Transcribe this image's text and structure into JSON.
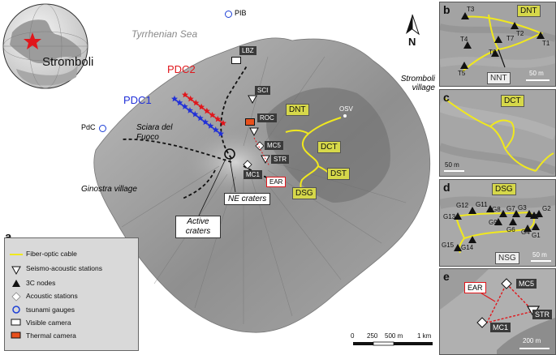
{
  "panels": {
    "a": "a",
    "b": "b",
    "c": "c",
    "d": "d",
    "e": "e"
  },
  "main_map": {
    "globe_label": "Stromboli",
    "sea_label": "Tyrrhenian Sea",
    "north": "N",
    "places": {
      "stromboli_village": "Stromboli village",
      "ginostra_village": "Ginostra village",
      "sciara": "Sciara del Fuoco"
    },
    "stations": {
      "pib": "PIB",
      "pdc": "PdC",
      "lbz": "LBZ",
      "sci": "SCI",
      "roc": "ROC",
      "osv": "OSV",
      "mc5": "MC5",
      "str": "STR",
      "mc1": "MC1",
      "ear": "EAR"
    },
    "pdc1": "PDC1",
    "pdc2": "PDC2",
    "cables": {
      "dnt": "DNT",
      "dct": "DCT",
      "dst": "DST",
      "dsg": "DSG"
    },
    "ne_craters": "NE craters",
    "active_craters": "Active craters",
    "scale": {
      "t0": "0",
      "t1": "250",
      "t2": "500 m",
      "t3": "1 km"
    }
  },
  "legend": {
    "fiber": "Fiber-optic cable",
    "seismo": "Seismo-acoustic stations",
    "nodes": "3C nodes",
    "acoustic": "Acoustic stations",
    "tsunami": "tsunami gauges",
    "visible": "Visible camera",
    "thermal": "Thermal camera"
  },
  "panel_b": {
    "box": "DNT",
    "array": "NNT",
    "scale": "50 m",
    "nodes": [
      "T1",
      "T2",
      "T3",
      "T4",
      "T5",
      "T6",
      "T7"
    ]
  },
  "panel_c": {
    "box": "DCT",
    "scale": "50 m"
  },
  "panel_d": {
    "box": "DSG",
    "array": "NSG",
    "scale": "50 m",
    "nodes": [
      "G1",
      "G2",
      "G3",
      "G4",
      "G5",
      "G6",
      "G7",
      "G8",
      "G9",
      "G11",
      "G12",
      "G13",
      "G14",
      "G15"
    ]
  },
  "panel_e": {
    "ear": "EAR",
    "mc5": "MC5",
    "str": "STR",
    "mc1": "MC1",
    "scale": "200 m"
  },
  "colors": {
    "fiber": "#f0e81e",
    "pdc1": "#2130d8",
    "pdc2": "#e0171c",
    "thermal": "#e8501c",
    "tsunami": "#1c3fd6",
    "label_box": "#d6d84a"
  }
}
